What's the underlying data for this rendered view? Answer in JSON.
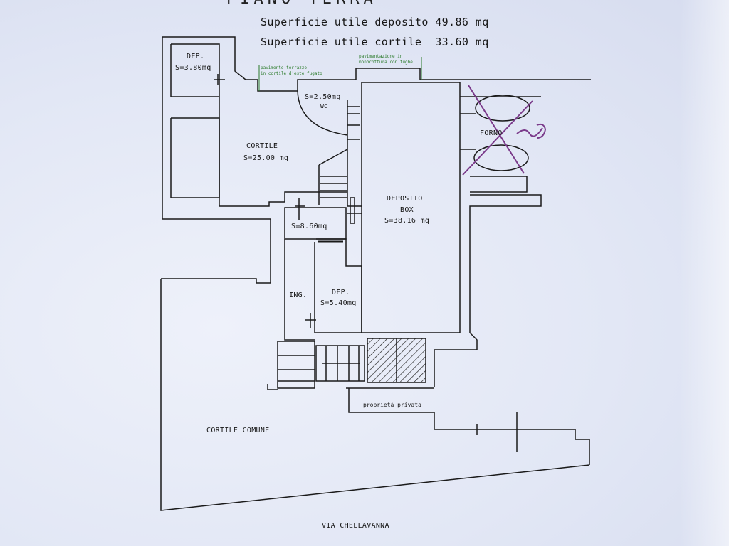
{
  "sheet": {
    "title_cut": "PIANO TERRA",
    "summary": [
      "Superficie utile deposito 49.86 mq",
      "Superficie utile cortile  33.60 mq"
    ]
  },
  "rooms": {
    "dep_small": [
      "DEP.",
      "S=3.80mq"
    ],
    "wc": [
      "S=2.50mq",
      "WC"
    ],
    "cortile": [
      "CORTILE",
      "S=25.00 mq"
    ],
    "forno": "FORNO",
    "deposito_box": [
      "DEPOSITO",
      "BOX",
      "S=38.16 mq"
    ],
    "disimpegno": "S=8.60mq",
    "ing": "ING.",
    "dep_5": [
      "DEP.",
      "S=5.40mq"
    ],
    "proprieta": "proprietà privata",
    "cortile_comune": "CORTILE COMUNE",
    "street": "VIA CHELLAVANNA"
  },
  "notes": {
    "green_left": [
      "pavimento terrazzo",
      "in cortile d'este fugato"
    ],
    "green_right": [
      "pavimentazione in",
      "monocottura con fughe"
    ]
  },
  "colors": {
    "ink": "#1a1a1a",
    "green_note": "#2a7a2a",
    "handwriting": "#7a3a8a"
  }
}
